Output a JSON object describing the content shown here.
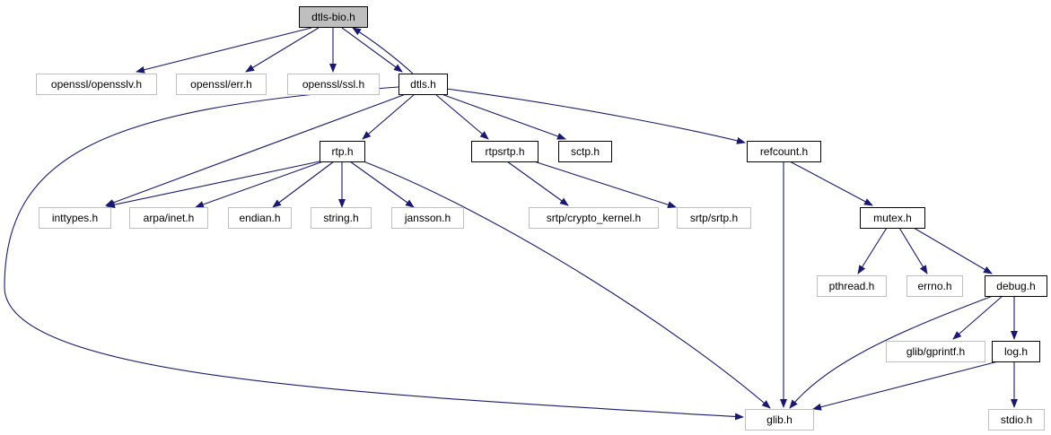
{
  "diagram": {
    "colors": {
      "edge": "#191970",
      "internal_border": "#000000",
      "external_border": "#bfbfbf",
      "root_fill": "#bfbfbf"
    },
    "nodes": [
      {
        "id": "dtls-bio",
        "label": "dtls-bio.h",
        "kind": "root"
      },
      {
        "id": "opensslv",
        "label": "openssl/opensslv.h",
        "kind": "external"
      },
      {
        "id": "err",
        "label": "openssl/err.h",
        "kind": "external"
      },
      {
        "id": "ssl",
        "label": "openssl/ssl.h",
        "kind": "external"
      },
      {
        "id": "dtls",
        "label": "dtls.h",
        "kind": "internal"
      },
      {
        "id": "rtp",
        "label": "rtp.h",
        "kind": "internal"
      },
      {
        "id": "rtpsrtp",
        "label": "rtpsrtp.h",
        "kind": "internal"
      },
      {
        "id": "sctp",
        "label": "sctp.h",
        "kind": "internal"
      },
      {
        "id": "refcount",
        "label": "refcount.h",
        "kind": "internal"
      },
      {
        "id": "inttypes",
        "label": "inttypes.h",
        "kind": "external"
      },
      {
        "id": "inet",
        "label": "arpa/inet.h",
        "kind": "external"
      },
      {
        "id": "endian",
        "label": "endian.h",
        "kind": "external"
      },
      {
        "id": "string",
        "label": "string.h",
        "kind": "external"
      },
      {
        "id": "jansson",
        "label": "jansson.h",
        "kind": "external"
      },
      {
        "id": "crypto",
        "label": "srtp/crypto_kernel.h",
        "kind": "external"
      },
      {
        "id": "srtp",
        "label": "srtp/srtp.h",
        "kind": "external"
      },
      {
        "id": "mutex",
        "label": "mutex.h",
        "kind": "internal"
      },
      {
        "id": "pthread",
        "label": "pthread.h",
        "kind": "external"
      },
      {
        "id": "errno",
        "label": "errno.h",
        "kind": "external"
      },
      {
        "id": "debug",
        "label": "debug.h",
        "kind": "internal"
      },
      {
        "id": "gprintf",
        "label": "glib/gprintf.h",
        "kind": "external"
      },
      {
        "id": "log",
        "label": "log.h",
        "kind": "internal"
      },
      {
        "id": "glib",
        "label": "glib.h",
        "kind": "external"
      },
      {
        "id": "stdio",
        "label": "stdio.h",
        "kind": "external"
      }
    ],
    "edges": [
      {
        "from": "dtls-bio",
        "to": "opensslv"
      },
      {
        "from": "dtls-bio",
        "to": "err"
      },
      {
        "from": "dtls-bio",
        "to": "ssl"
      },
      {
        "from": "dtls-bio",
        "to": "dtls"
      },
      {
        "from": "dtls",
        "to": "dtls-bio"
      },
      {
        "from": "dtls",
        "to": "inttypes"
      },
      {
        "from": "dtls",
        "to": "rtp"
      },
      {
        "from": "dtls",
        "to": "rtpsrtp"
      },
      {
        "from": "dtls",
        "to": "sctp"
      },
      {
        "from": "dtls",
        "to": "refcount"
      },
      {
        "from": "dtls",
        "to": "glib"
      },
      {
        "from": "rtp",
        "to": "inttypes"
      },
      {
        "from": "rtp",
        "to": "inet"
      },
      {
        "from": "rtp",
        "to": "endian"
      },
      {
        "from": "rtp",
        "to": "string"
      },
      {
        "from": "rtp",
        "to": "jansson"
      },
      {
        "from": "rtp",
        "to": "glib"
      },
      {
        "from": "rtpsrtp",
        "to": "crypto"
      },
      {
        "from": "rtpsrtp",
        "to": "srtp"
      },
      {
        "from": "refcount",
        "to": "mutex"
      },
      {
        "from": "refcount",
        "to": "glib"
      },
      {
        "from": "mutex",
        "to": "pthread"
      },
      {
        "from": "mutex",
        "to": "errno"
      },
      {
        "from": "mutex",
        "to": "debug"
      },
      {
        "from": "debug",
        "to": "gprintf"
      },
      {
        "from": "debug",
        "to": "log"
      },
      {
        "from": "debug",
        "to": "glib"
      },
      {
        "from": "log",
        "to": "glib"
      },
      {
        "from": "log",
        "to": "stdio"
      }
    ]
  }
}
